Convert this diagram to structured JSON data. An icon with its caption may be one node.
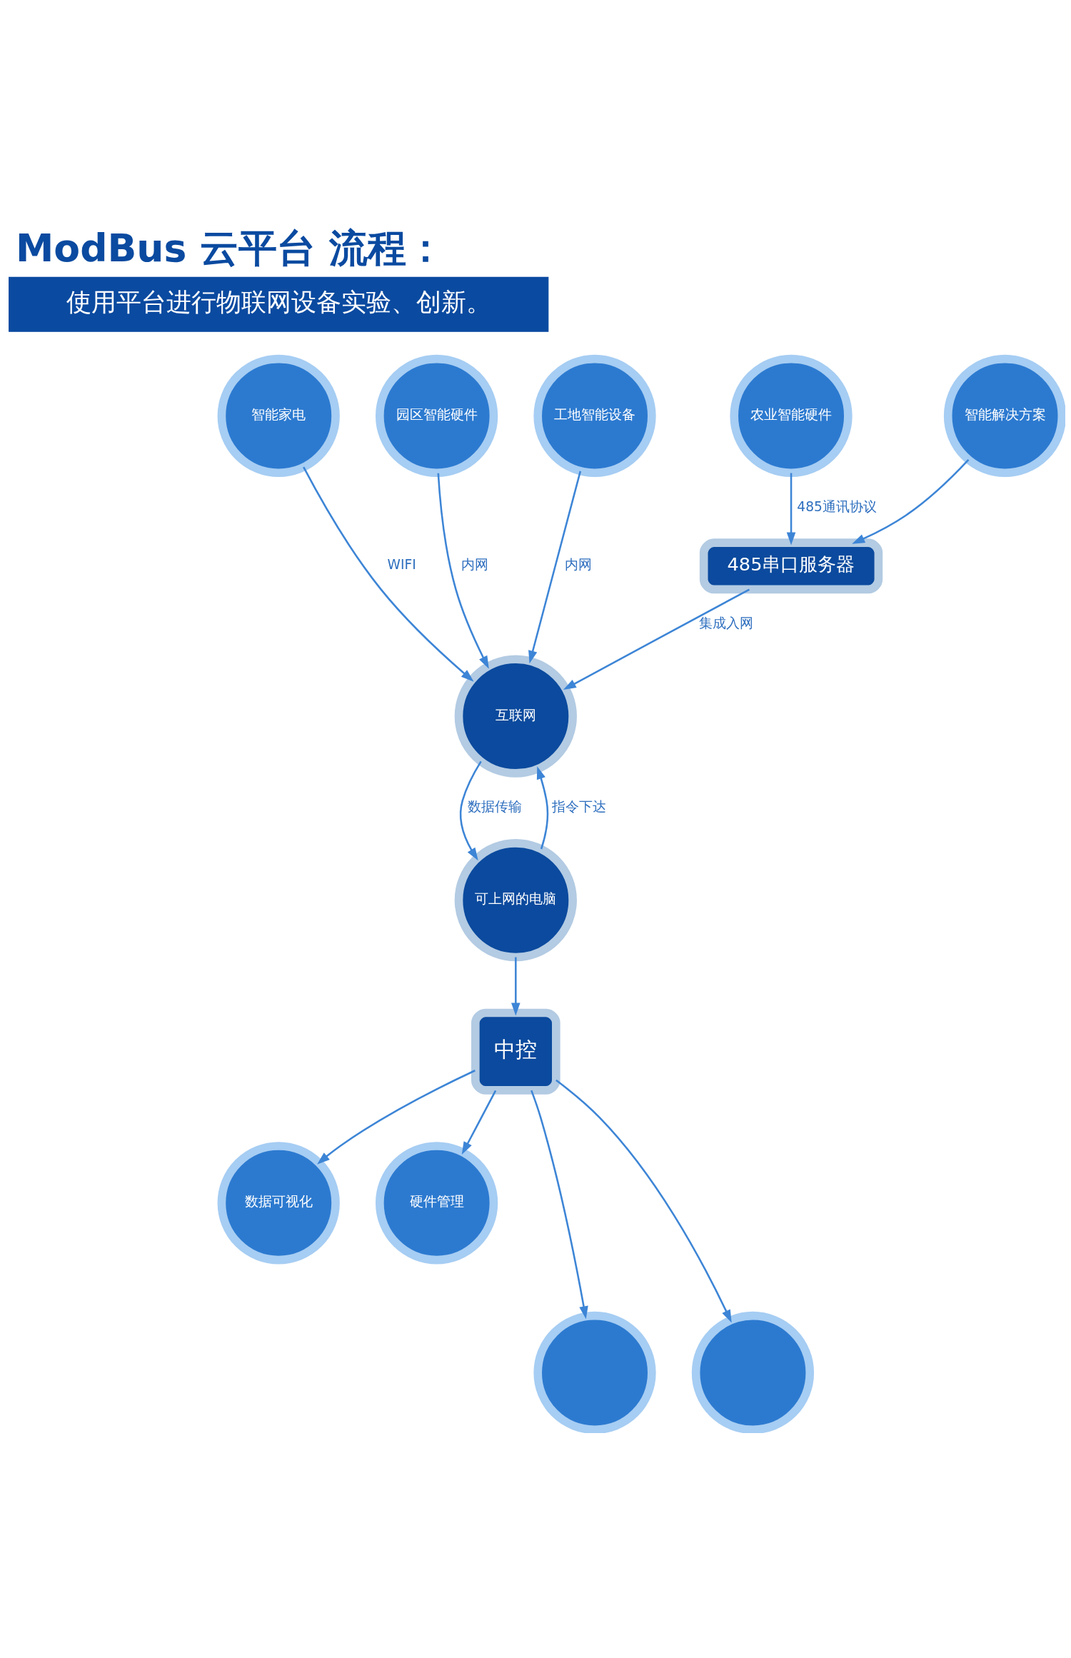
{
  "diagram": {
    "title": "ModBus 云平台 流程：",
    "nodes": [
      {
        "text": [
          "使用平台进行物联网设备实验、创新。"
        ]
      },
      {
        "text": [
          "智能家电"
        ]
      },
      {
        "text": [
          "园区智能硬件"
        ]
      },
      {
        "text": [
          "工地智能设备"
        ]
      },
      {
        "text": [
          "农业智能硬件"
        ]
      },
      {
        "text": [
          "智能解决方案"
        ]
      },
      {
        "text": [
          "485串口服务器"
        ]
      },
      {
        "text": [
          "互联网"
        ]
      },
      {
        "text": [
          "可上网的电脑"
        ]
      },
      {
        "text": [
          "数据可视化"
        ]
      },
      {
        "text": [
          "硬件管理"
        ]
      },
      {
        "text": [
          "中控"
        ]
      },
      {
        "text": [],
        "shape": "circle"
      },
      {
        "text": [],
        "shape": "circle"
      }
    ],
    "edges": [
      {
        "from": 1,
        "to": 7,
        "arrow": "to",
        "label": "WIFI"
      },
      {
        "from": 2,
        "to": 7,
        "arrow": "to",
        "label": "内网"
      },
      {
        "from": 3,
        "to": 7,
        "arrow": "to",
        "label": "内网"
      },
      {
        "from": 4,
        "to": 6,
        "arrow": "to",
        "label": "485通讯协议"
      },
      {
        "from": 5,
        "to": 6,
        "arrow": "to"
      },
      {
        "from": 6,
        "to": 7,
        "arrow": "to",
        "label": "集成入网"
      },
      {
        "from": 7,
        "to": 8,
        "arrow": "to",
        "label": "数据传输"
      },
      {
        "from": 8,
        "to": 7,
        "arrow": "to",
        "label": "指令下达"
      },
      {
        "from": 8,
        "to": 11,
        "arrow": "to"
      },
      {
        "from": 11,
        "to": 9,
        "arrow": "to"
      },
      {
        "from": 11,
        "to": 10,
        "arrow": "to"
      },
      {
        "from": 11,
        "to": 12,
        "arrow": "to"
      },
      {
        "from": 11,
        "to": 13,
        "arrow": "to"
      }
    ]
  }
}
